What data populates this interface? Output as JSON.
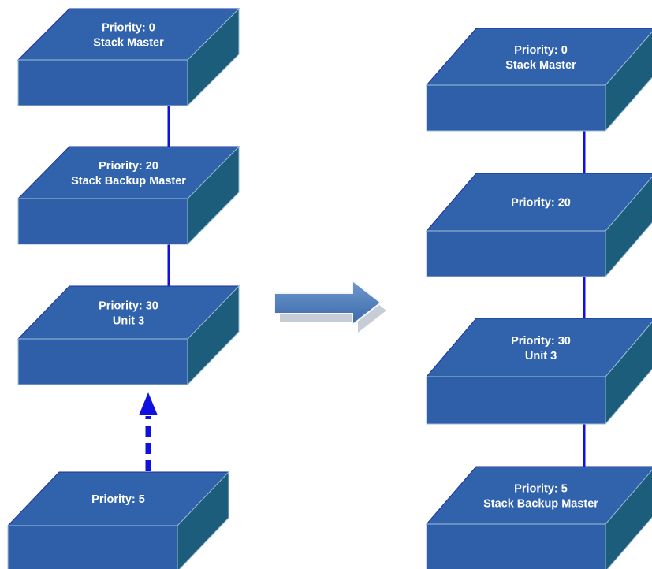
{
  "colors": {
    "box_top": "#3163ad",
    "box_front": "#2f5fa8",
    "box_side": "#1b5d7a",
    "box_edge": "#1c2fa0",
    "link": "#1010e0",
    "arrow_fill": "#4f81bd",
    "label": "#ffffff"
  },
  "before": {
    "units": [
      {
        "id": "unit-a",
        "line1": "Priority: 0",
        "line2": "Stack Master"
      },
      {
        "id": "unit-b",
        "line1": "Priority: 20",
        "line2": "Stack Backup Master"
      },
      {
        "id": "unit-c",
        "line1": "Priority: 30",
        "line2": "Unit 3"
      },
      {
        "id": "unit-d",
        "line1": "Priority: 5",
        "line2": ""
      }
    ]
  },
  "after": {
    "units": [
      {
        "id": "unit-a",
        "line1": "Priority: 0",
        "line2": "Stack Master"
      },
      {
        "id": "unit-b",
        "line1": "Priority: 20",
        "line2": ""
      },
      {
        "id": "unit-c",
        "line1": "Priority: 30",
        "line2": "Unit 3"
      },
      {
        "id": "unit-d",
        "line1": "Priority: 5",
        "line2": "Stack Backup Master"
      }
    ]
  },
  "transition_arrow": "right-arrow",
  "joining_link": "dashed-up-arrow"
}
